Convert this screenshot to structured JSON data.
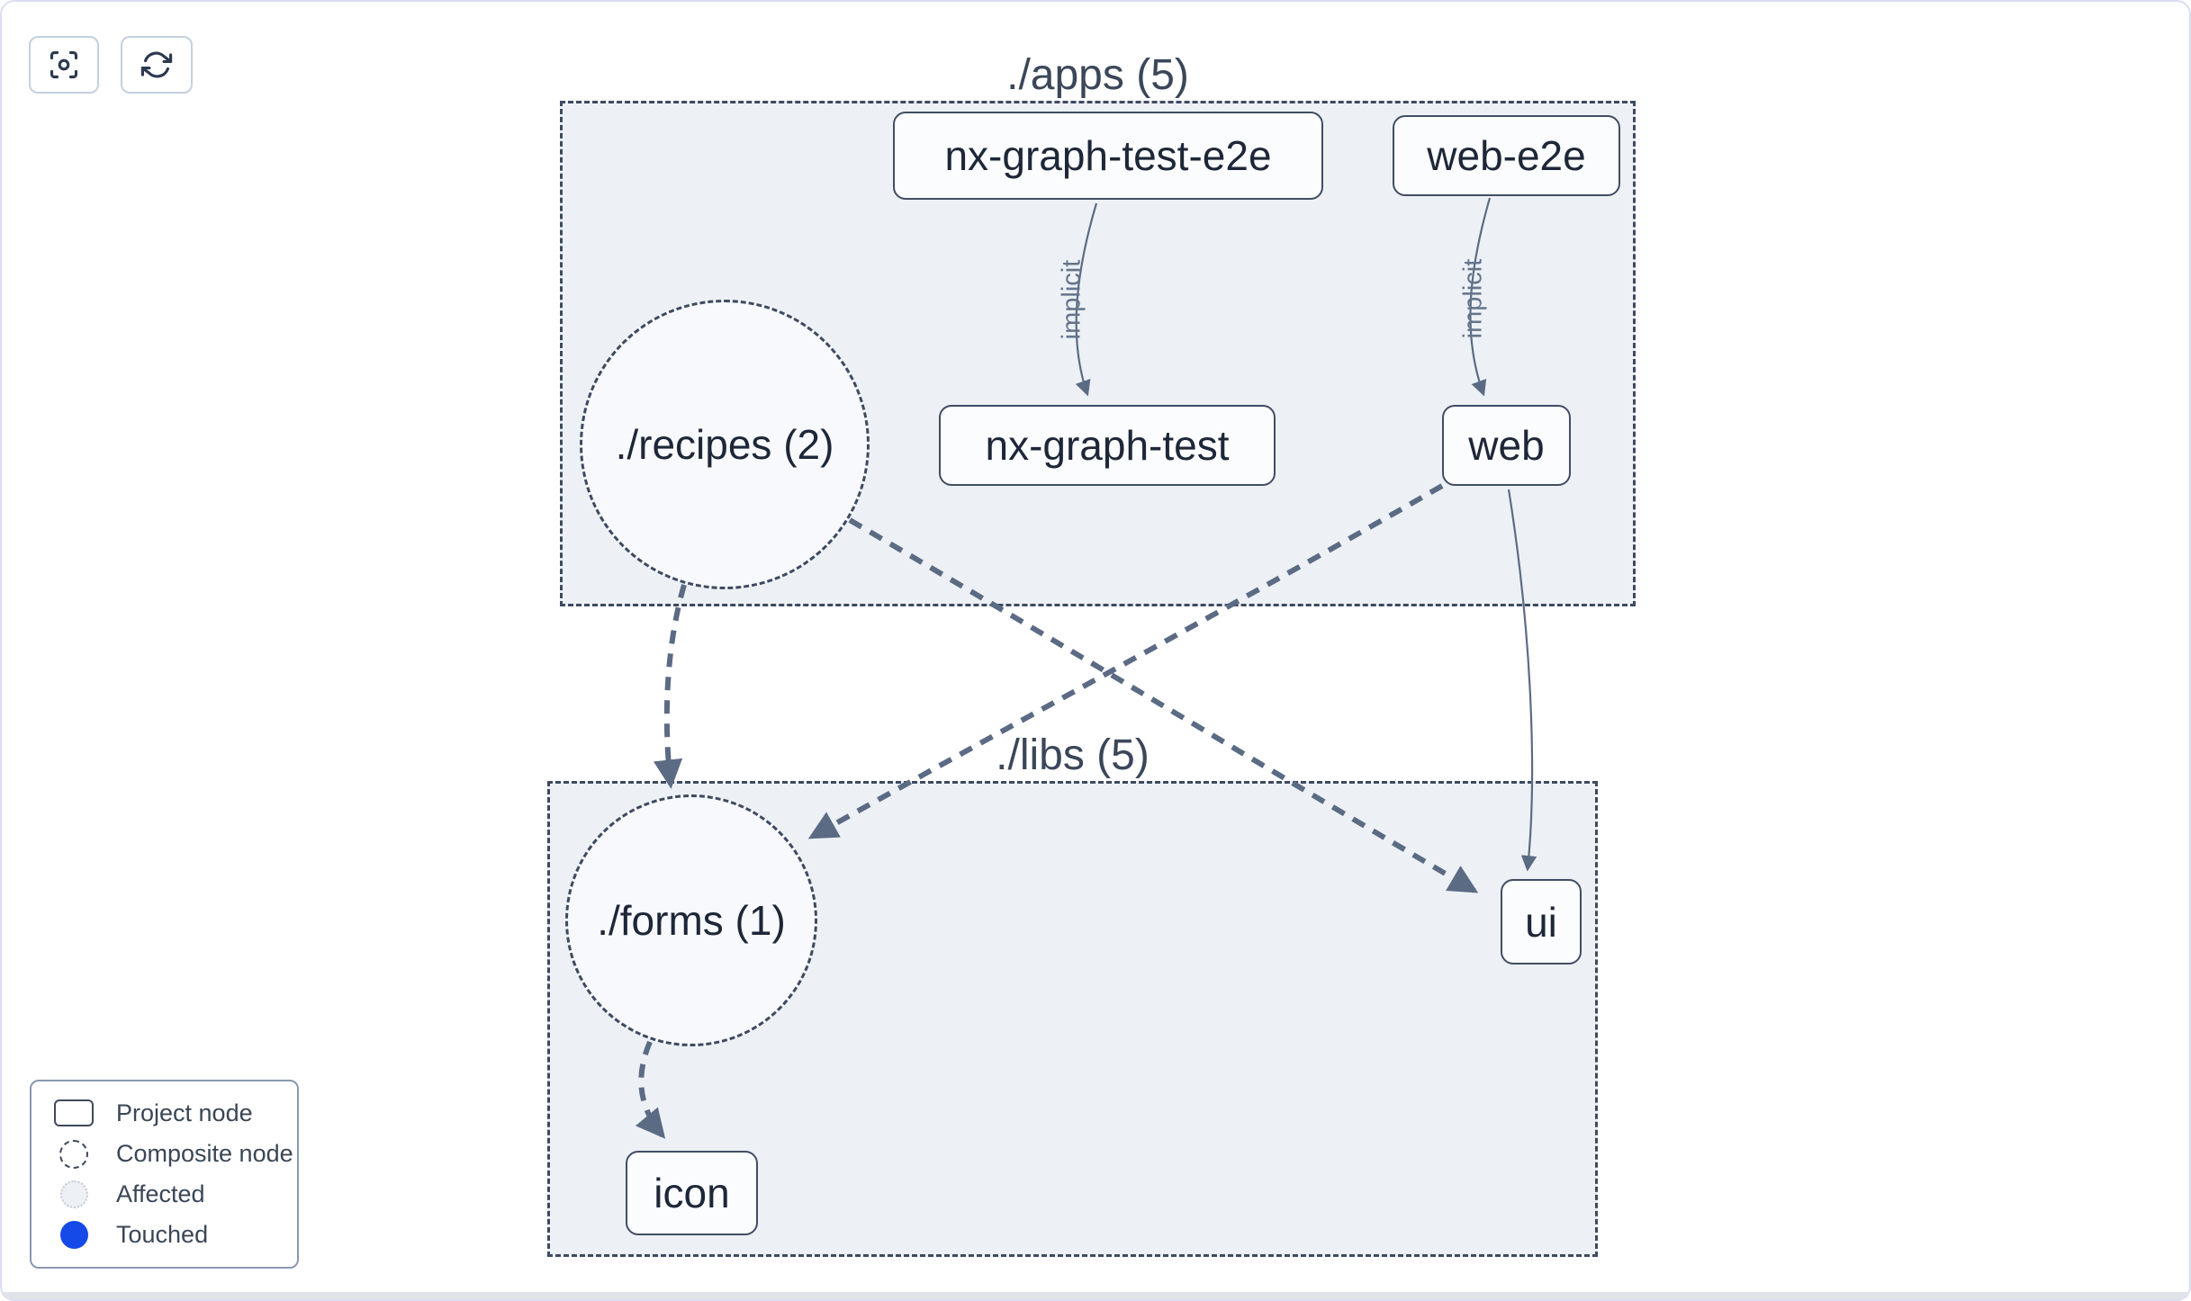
{
  "toolbar": {
    "focus_button": {
      "icon": "focus-center-icon"
    },
    "refresh_button": {
      "icon": "refresh-icon"
    }
  },
  "groups": {
    "apps": {
      "label": "./apps (5)"
    },
    "libs": {
      "label": "./libs (5)"
    }
  },
  "nodes": {
    "nx_graph_test_e2e": {
      "label": "nx-graph-test-e2e",
      "type": "project"
    },
    "web_e2e": {
      "label": "web-e2e",
      "type": "project"
    },
    "nx_graph_test": {
      "label": "nx-graph-test",
      "type": "project"
    },
    "web": {
      "label": "web",
      "type": "project"
    },
    "ui": {
      "label": "ui",
      "type": "project"
    },
    "icon": {
      "label": "icon",
      "type": "project"
    },
    "recipes": {
      "label": "./recipes (2)",
      "type": "composite"
    },
    "forms": {
      "label": "./forms (1)",
      "type": "composite"
    }
  },
  "edges": {
    "nx_graph_test_e2e_to_nx_graph_test": {
      "label": "implicit",
      "style": "solid"
    },
    "web_e2e_to_web": {
      "label": "implicit",
      "style": "solid"
    },
    "recipes_to_forms": {
      "style": "dashed"
    },
    "recipes_to_ui": {
      "style": "dashed"
    },
    "web_to_forms": {
      "style": "dashed"
    },
    "web_to_ui": {
      "style": "solid"
    },
    "forms_to_icon": {
      "style": "dashed"
    }
  },
  "legend": {
    "items": [
      {
        "swatch": "project-node",
        "label": "Project node"
      },
      {
        "swatch": "composite-node",
        "label": "Composite node"
      },
      {
        "swatch": "affected",
        "label": "Affected"
      },
      {
        "swatch": "touched",
        "label": "Touched"
      }
    ]
  },
  "colors": {
    "touched": "#1549e8",
    "edge": "#5b6b84",
    "group_fill": "#edf1f6",
    "node_border": "#414d63",
    "page_border": "#d9def2"
  }
}
